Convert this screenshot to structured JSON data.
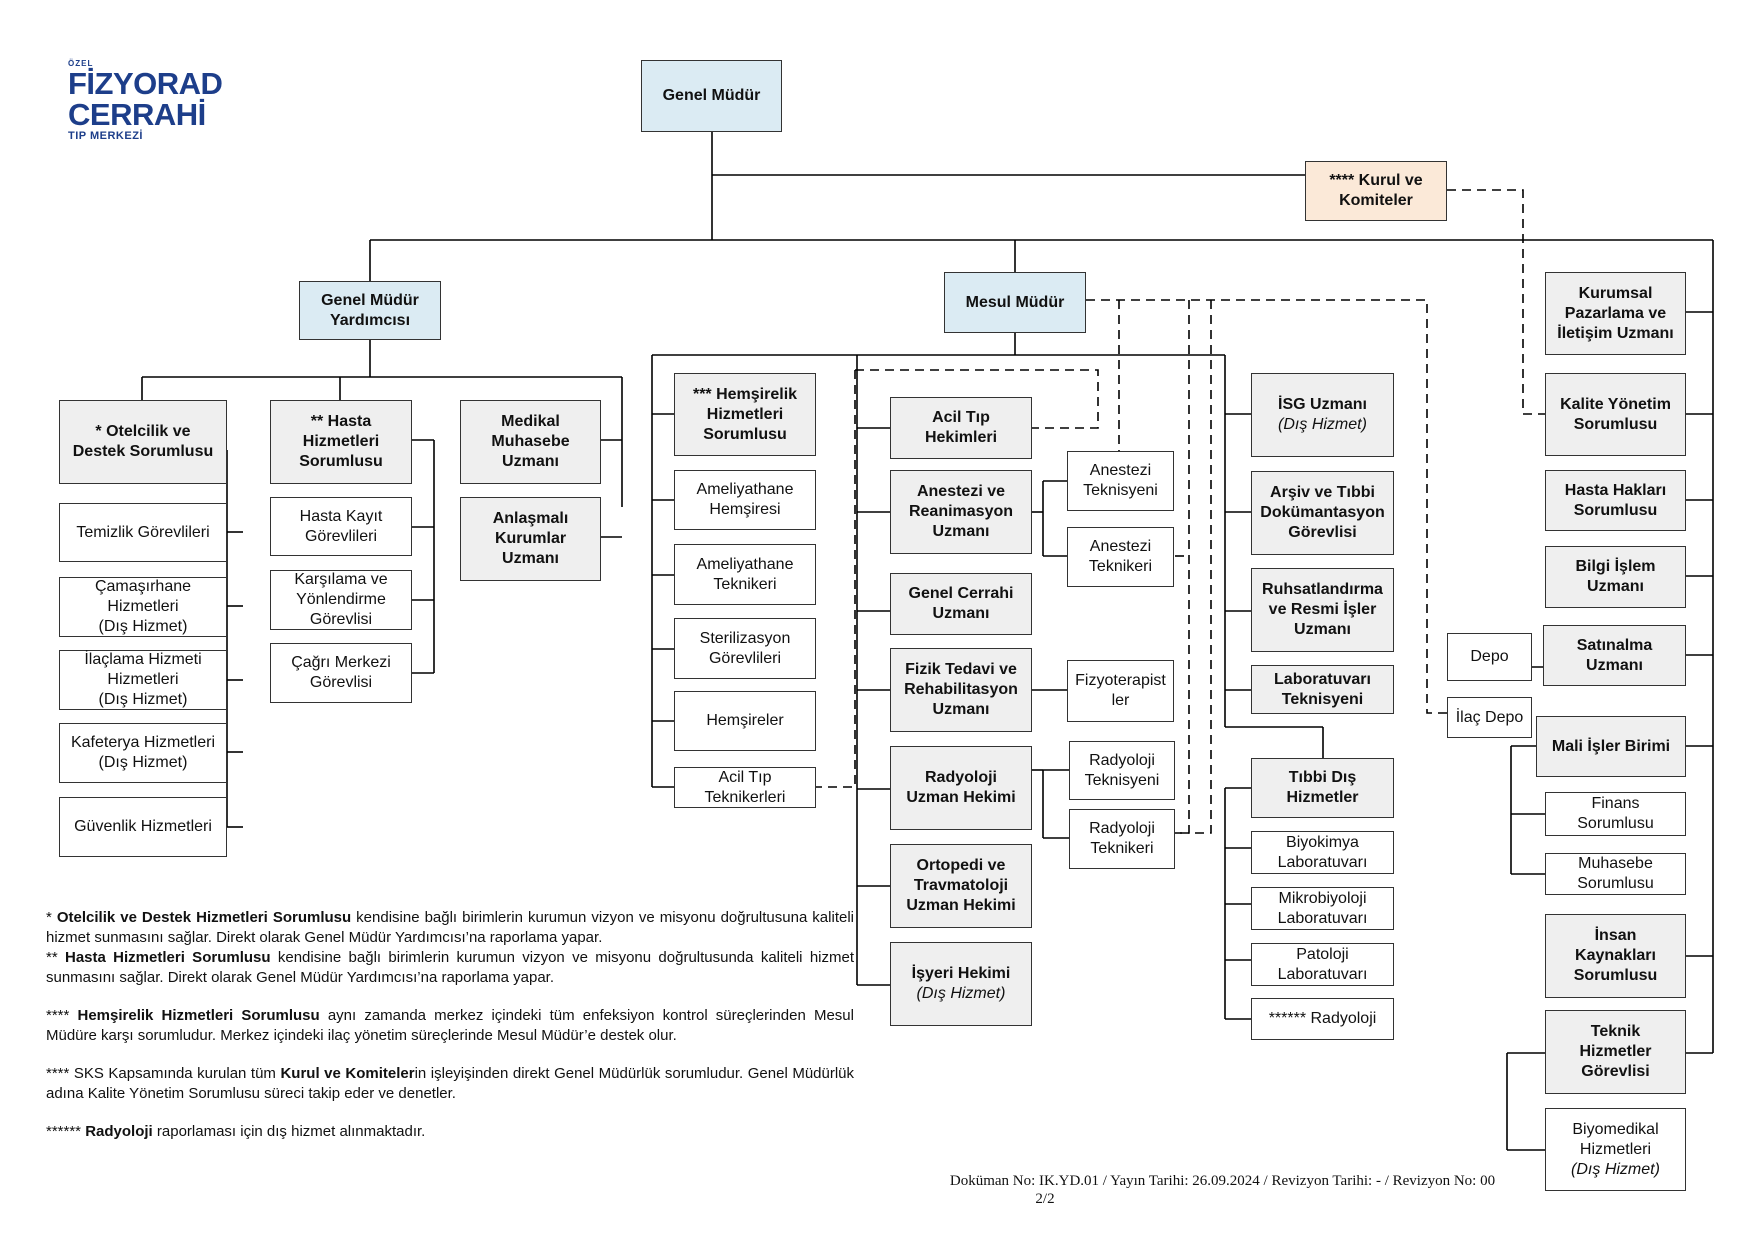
{
  "logo": {
    "pre": "ÖZEL",
    "line1": "FİZYORAD",
    "line2": "CERRAHİ",
    "line3": "TIP MERKEZİ"
  },
  "boxes": {
    "genel_mudur": "Genel Müdür",
    "kurul": "**** Kurul ve\nKomiteler",
    "gmy": "Genel Müdür\nYardımcısı",
    "mesul": "Mesul Müdür",
    "otelcilik": "* Otelcilik ve\nDestek Sorumlusu",
    "temizlik": "Temizlik Görevlileri",
    "camasir": "Çamaşırhane\nHizmetleri\n(Dış Hizmet)",
    "ilaclama": "İlaçlama Hizmeti\nHizmetleri\n(Dış Hizmet)",
    "kafeterya": "Kafeterya Hizmetleri\n(Dış Hizmet)",
    "guvenlik": "Güvenlik Hizmetleri",
    "hasta_hiz": "** Hasta\nHizmetleri\nSorumlusu",
    "hasta_kayit": "Hasta Kayıt\nGörevlileri",
    "karsilama": "Karşılama ve\nYönlendirme\nGörevlisi",
    "cagri": "Çağrı Merkezi\nGörevlisi",
    "medikal": "Medikal\nMuhasebe\nUzmanı",
    "anlasmali": "Anlaşmalı\nKurumlar\nUzmanı",
    "hemsirelik": "*** Hemşirelik\nHizmetleri\nSorumlusu",
    "ameliyathane_h": "Ameliyathane\nHemşiresi",
    "ameliyathane_t": "Ameliyathane\nTeknikeri",
    "sterilizasyon": "Sterilizasyon\nGörevlileri",
    "hemsireler": "Hemşireler",
    "acil_tip_tek": "Acil Tıp\nTeknikerleri",
    "acil_hek": "Acil Tıp\nHekimleri",
    "anestezi_uz": "Anestezi ve\nReanimasyon\nUzmanı",
    "anestezi_teknisyen": "Anestezi\nTeknisyeni",
    "anestezi_tekniker": "Anestezi\nTeknikeri",
    "genel_cerrahi": "Genel Cerrahi\nUzmanı",
    "fizik": "Fizik Tedavi ve\nRehabilitasyon\nUzmanı",
    "fizyoterapist": "Fizyoterapist\nler",
    "radyoloji_hek": "Radyoloji\nUzman Hekimi",
    "radyoloji_teknisyen": "Radyoloji\nTeknisyeni",
    "radyoloji_tekniker": "Radyoloji\nTeknikeri",
    "ortopedi": "Ortopedi ve\nTravmatoloji\nUzman Hekimi",
    "isyeri": "İşyeri Hekimi",
    "isyeri_sub": "(Dış Hizmet)",
    "isg": "İSG Uzmanı",
    "isg_sub": "(Dış Hizmet)",
    "arsiv": "Arşiv ve Tıbbi\nDokümantasyon\nGörevlisi",
    "ruhsat": "Ruhsatlandırma\nve Resmi İşler\nUzmanı",
    "lab_tek": "Laboratuvarı\nTeknisyeni",
    "tibbi_dis": "Tıbbi Dış\nHizmetler",
    "biyokimya": "Biyokimya\nLaboratuvarı",
    "mikrobiyoloji": "Mikrobiyoloji\nLaboratuvarı",
    "patoloji": "Patoloji\nLaboratuvarı",
    "radyoloji_dis": "****** Radyoloji",
    "depo": "Depo",
    "ilac_depo": "İlaç Depo",
    "kurumsal": "Kurumsal\nPazarlama ve\nİletişim Uzmanı",
    "kalite": "Kalite Yönetim\nSorumlusu",
    "hasta_haklari": "Hasta Hakları\nSorumlusu",
    "bilgi": "Bilgi İşlem\nUzmanı",
    "satinalma": "Satınalma\nUzmanı",
    "mali": "Mali İşler Birimi",
    "finans": "Finans\nSorumlusu",
    "muhasebe": "Muhasebe\nSorumlusu",
    "insan": "İnsan\nKaynakları\nSorumlusu",
    "teknik": "Teknik\nHizmetler\nGörevlisi",
    "biyomedikal": "Biyomedikal\nHizmetleri",
    "biyomedikal_sub": "(Dış Hizmet)"
  },
  "notes": {
    "n1_pre": "* ",
    "n1_bold": "Otelcilik ve Destek Hizmetleri Sorumlusu",
    "n1_text": " kendisine bağlı birimlerin kurumun vizyon ve misyonu doğrultusuna kaliteli hizmet sunmasını sağlar. Direkt olarak Genel Müdür Yardımcısı’na raporlama yapar.",
    "n2_pre": "** ",
    "n2_bold": "Hasta Hizmetleri Sorumlusu",
    "n2_text": " kendisine bağlı birimlerin kurumun vizyon ve misyonu doğrultusunda kaliteli hizmet sunmasını sağlar. Direkt olarak Genel Müdür Yardımcısı’na raporlama yapar.",
    "n3_pre": "**** ",
    "n3_bold": "Hemşirelik Hizmetleri Sorumlusu",
    "n3_text": " aynı zamanda merkez içindeki tüm enfeksiyon kontrol süreçlerinden Mesul Müdüre karşı sorumludur. Merkez içindeki ilaç yönetim süreçlerinde Mesul Müdür’e destek olur.",
    "n4_pre": "**** SKS Kapsamında kurulan tüm ",
    "n4_bold": "Kurul ve Komiteler",
    "n4_text": "in işleyişinden direkt Genel Müdürlük sorumludur. Genel Müdürlük adına Kalite Yönetim Sorumlusu süreci takip eder ve denetler.",
    "n5_pre": "****** ",
    "n5_bold": "Radyoloji",
    "n5_text": " raporlaması için dış hizmet alınmaktadır."
  },
  "footer": {
    "doc": "Doküman No: IK.YD.01 / Yayın Tarihi: 26.09.2024 / Revizyon Tarihi: - / Revizyon No: 00",
    "page": "2/2"
  }
}
